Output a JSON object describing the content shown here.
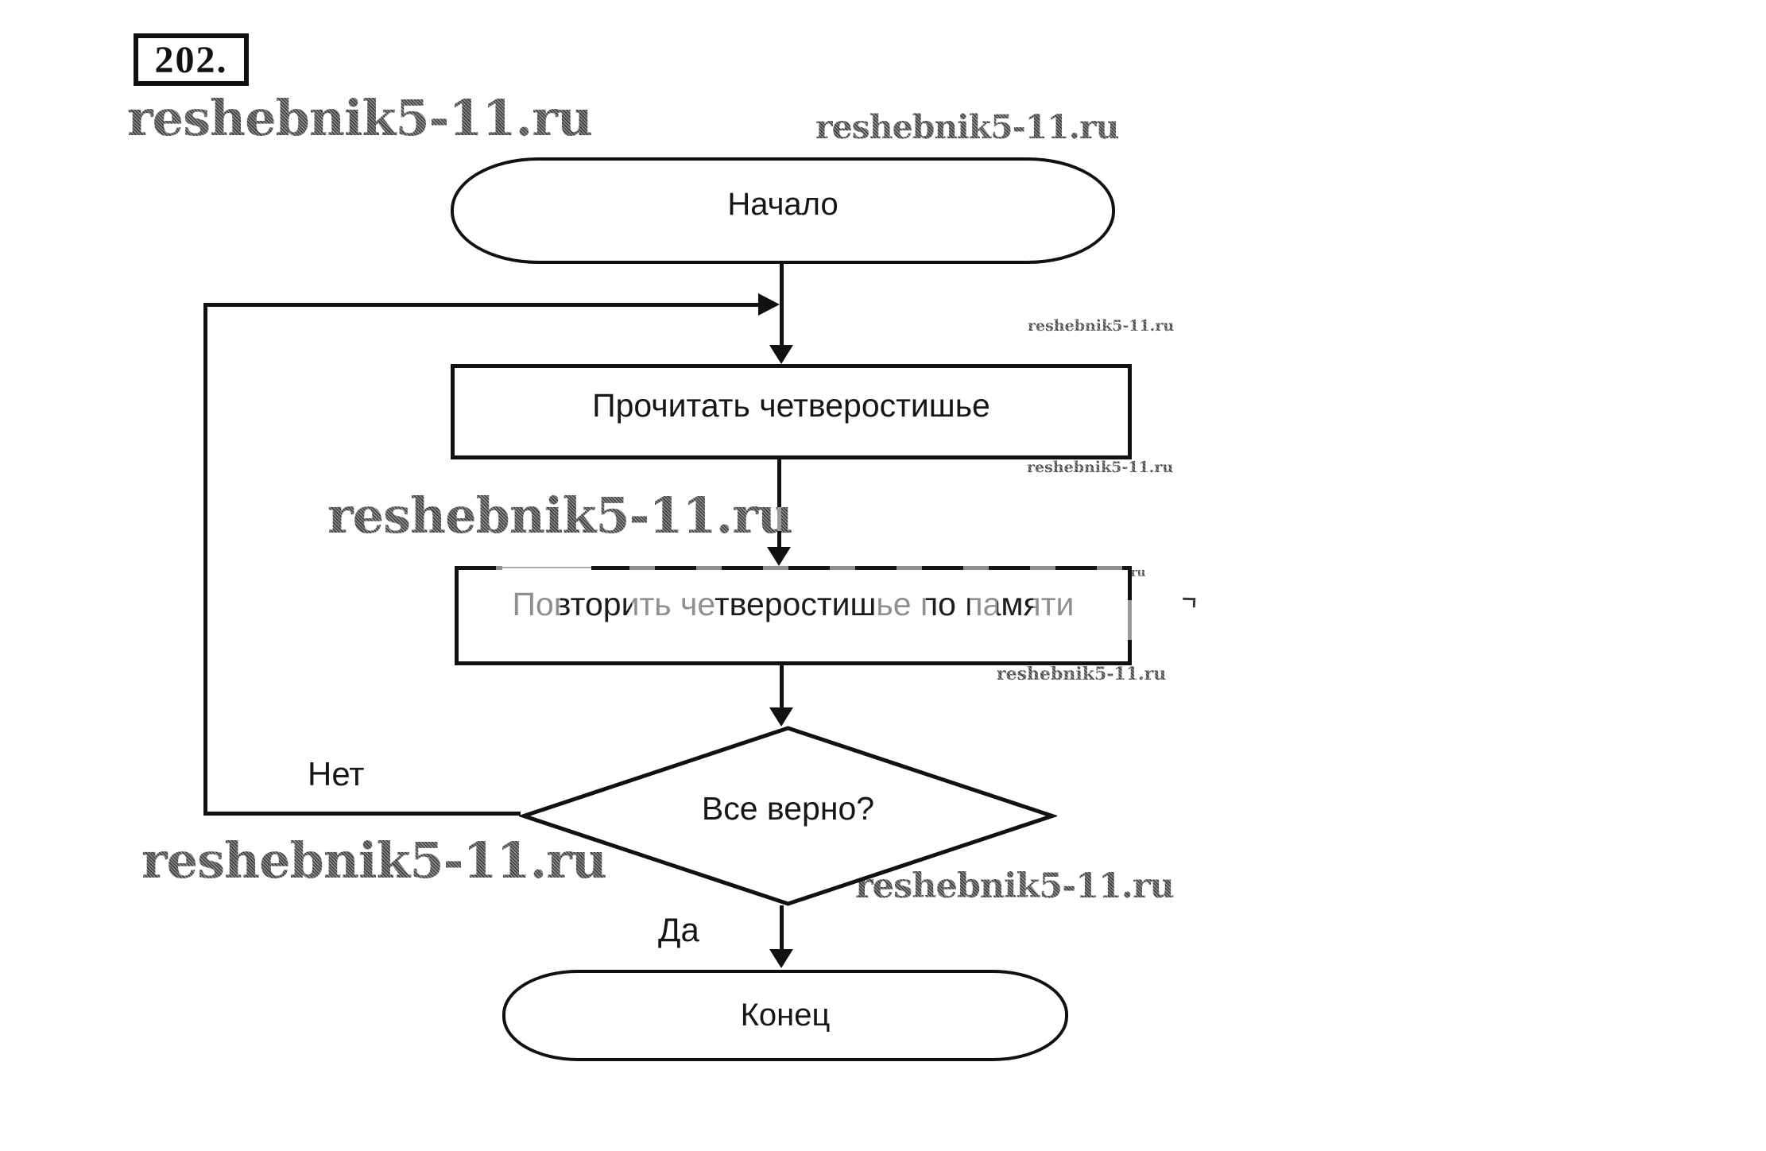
{
  "task_number": "202.",
  "watermark": {
    "text": "reshebnik5-11.ru"
  },
  "flowchart": {
    "start_label": "Начало",
    "process_read_label": "Прочитать четверостишье",
    "process_repeat_label": "Повторить четверостишье по памяти",
    "decision_label": "Все верно?",
    "branch_no_label": "Нет",
    "branch_yes_label": "Да",
    "end_label": "Конец"
  },
  "colors": {
    "line": "#111111",
    "watermark_gray": "#575757",
    "background": "#ffffff"
  }
}
